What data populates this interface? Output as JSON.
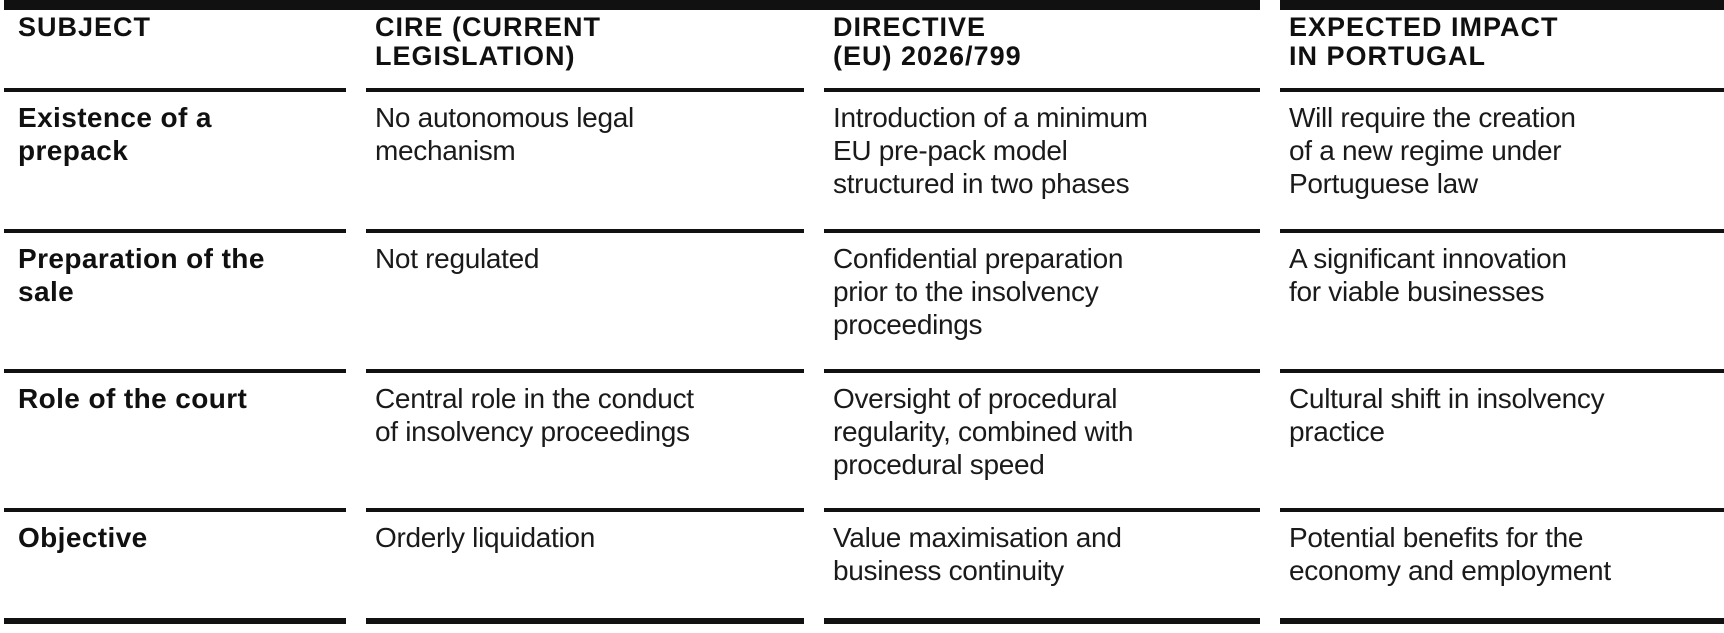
{
  "table": {
    "headers": [
      "SUBJECT",
      "CIRE (CURRENT\nLEGISLATION)",
      "DIRECTIVE\n(EU) 2026/799",
      "EXPECTED IMPACT\nIN PORTUGAL"
    ],
    "rows": [
      {
        "cells": [
          "Existence of a\nprepack",
          "No autonomous legal\nmechanism",
          "Introduction of a minimum\nEU pre-pack model\nstructured in two phases",
          "Will require the creation\nof a new regime under\nPortuguese law"
        ]
      },
      {
        "cells": [
          "Preparation of the\nsale",
          "Not regulated",
          "Confidential preparation\nprior to the insolvency\nproceedings",
          "A significant innovation\nfor viable businesses"
        ]
      },
      {
        "cells": [
          "Role of the court",
          "Central role in the conduct\nof insolvency proceedings",
          "Oversight of procedural\nregularity, combined with\nprocedural speed",
          "Cultural shift in insolvency\npractice"
        ]
      },
      {
        "cells": [
          "Objective",
          "Orderly liquidation",
          "Value maximisation and\nbusiness continuity",
          "Potential benefits for the\neconomy and employment"
        ]
      }
    ]
  },
  "colors": {
    "text": "#141414",
    "rule": "#111111",
    "background": "#ffffff"
  }
}
